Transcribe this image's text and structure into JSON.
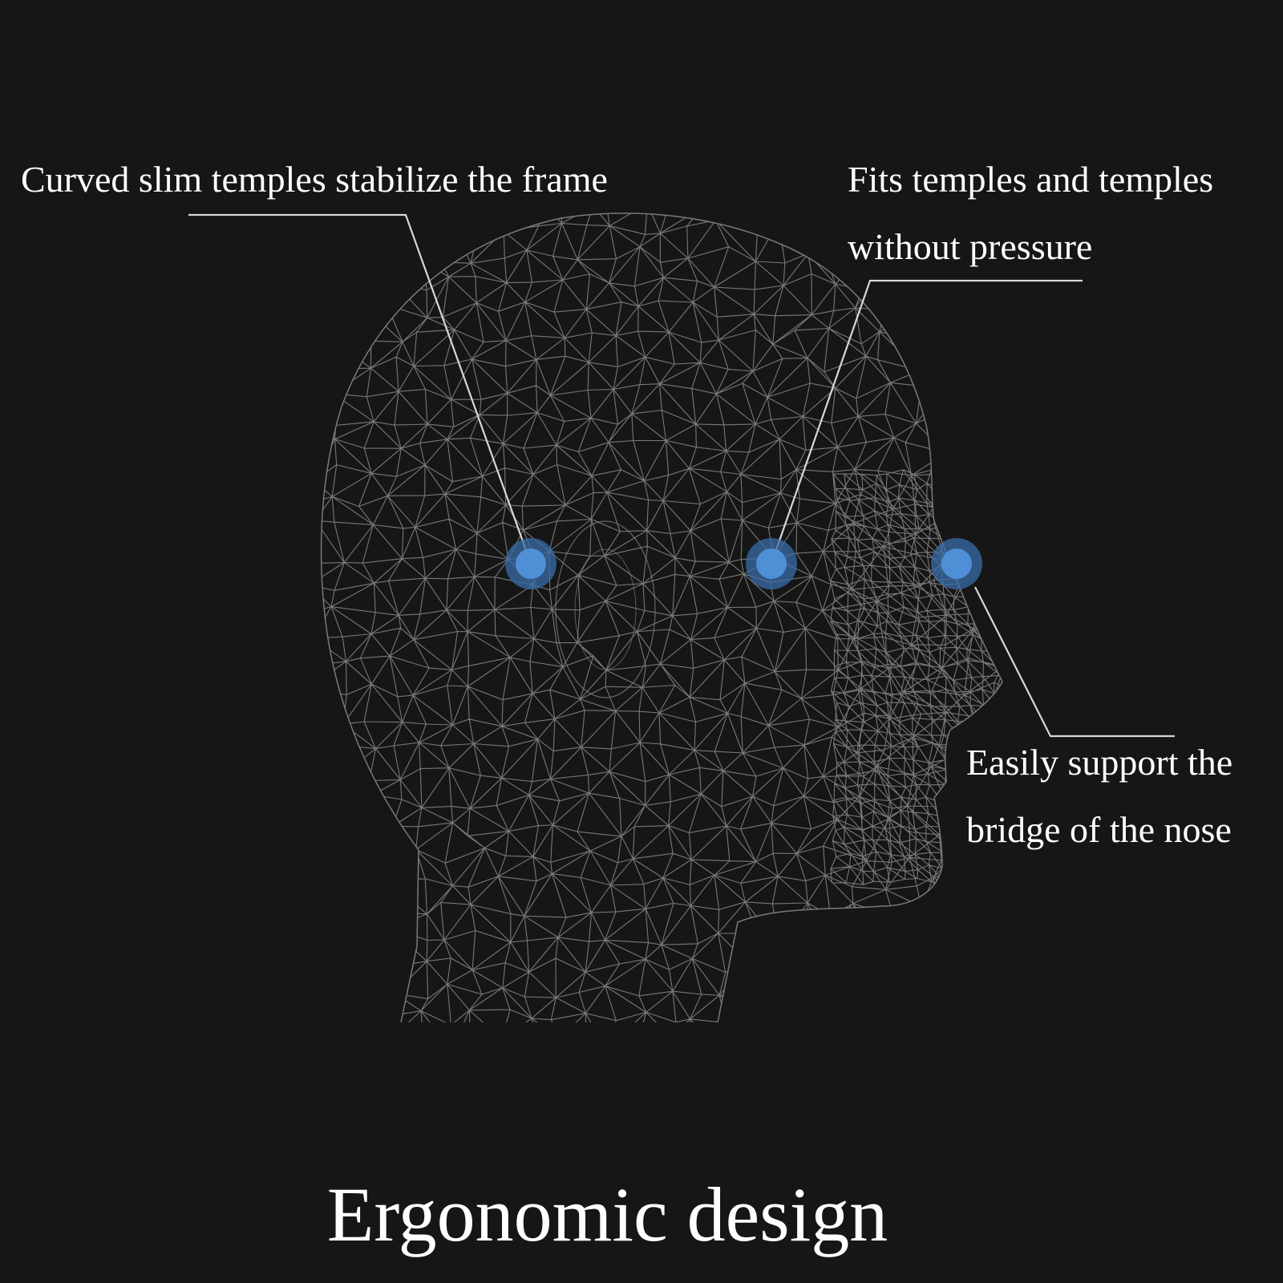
{
  "callouts": {
    "left": {
      "lines": [
        "Curved slim temples stabilize the frame"
      ]
    },
    "right": {
      "lines": [
        "Fits temples and temples",
        "without pressure"
      ]
    },
    "nose": {
      "lines": [
        "Easily support the",
        "bridge of the nose"
      ]
    }
  },
  "title": "Ergonomic design",
  "colors": {
    "background": "#161616",
    "mesh": "#8a8a8a",
    "leader_line": "#d8d8d8",
    "marker": "#4f8fd6",
    "text": "#ffffff"
  },
  "icons": [
    "wireframe-head-icon",
    "marker-dot-icon"
  ]
}
